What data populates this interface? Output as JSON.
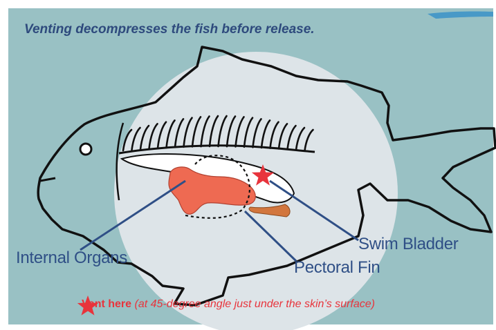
{
  "caption": "Venting decompresses the fish before release.",
  "labels": {
    "internal_organs": "Internal Organs",
    "swim_bladder": "Swim Bladder",
    "pectoral_fin": "Pectoral Fin"
  },
  "note": {
    "bold_text": "Vent here",
    "italic_text": "(at 45-degree angle just under the skin’s surface)"
  },
  "colors": {
    "background": "#99c1c4",
    "highlight_circle": "#dde4e8",
    "caption_text": "#2e4a7d",
    "label_text": "#2f4f86",
    "organs": "#ee6a52",
    "vent_star": "#e8343c",
    "outline": "#111111"
  },
  "icons": {
    "vent_marker": "star-icon",
    "legend_marker": "star-icon"
  }
}
